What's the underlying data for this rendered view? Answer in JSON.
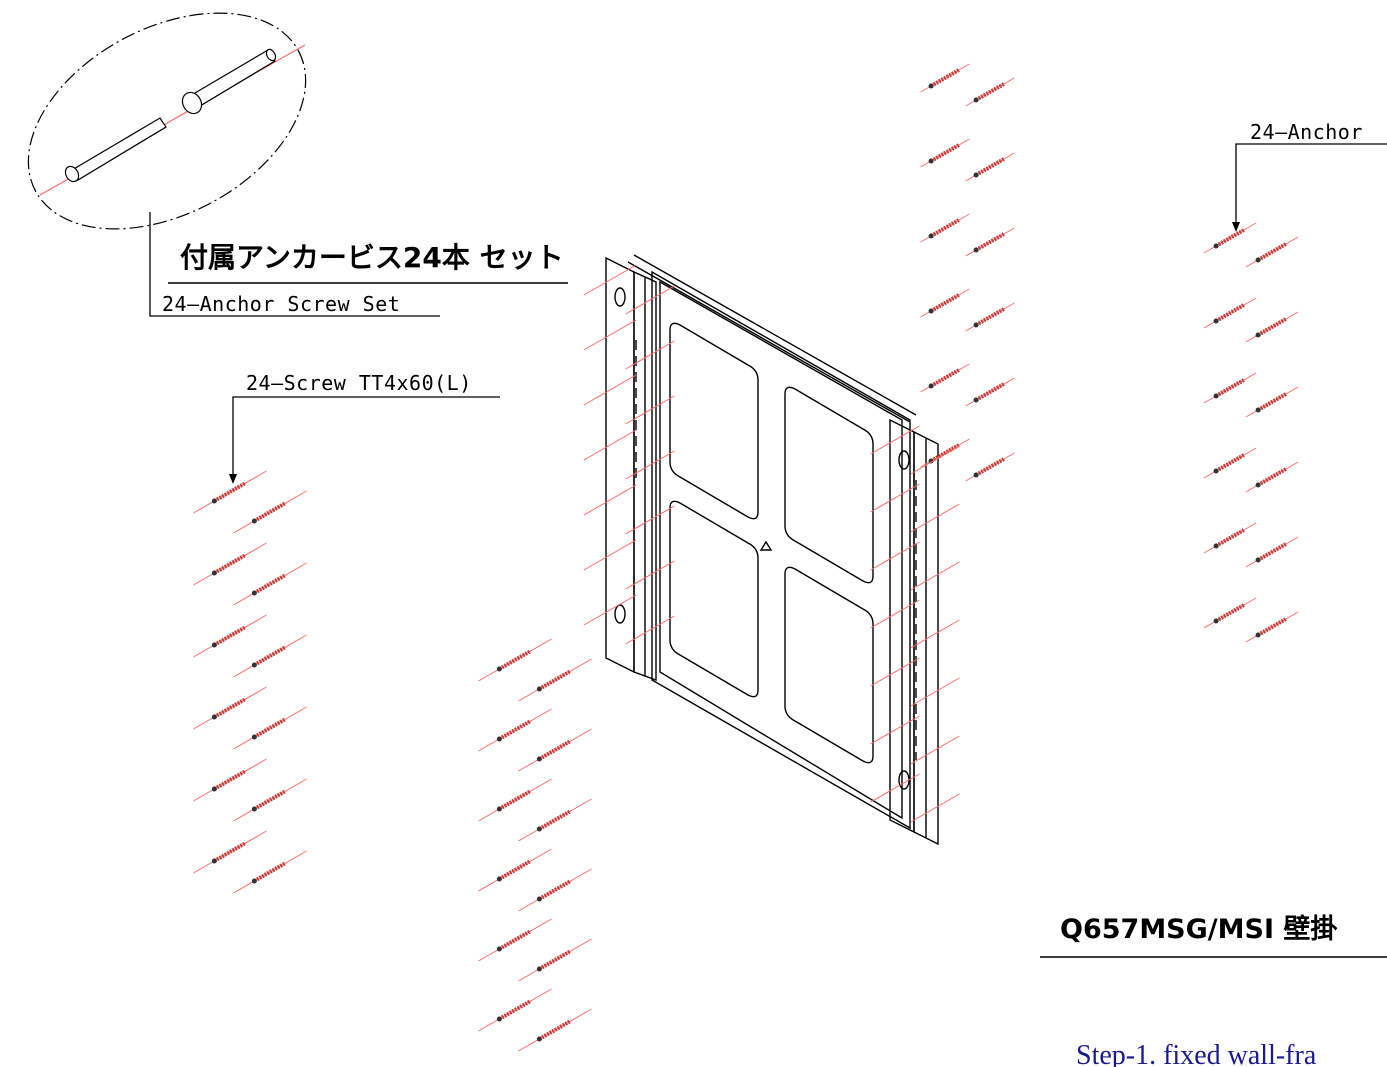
{
  "labels": {
    "anchor_set_jp": "付属アンカービス24本 セット",
    "anchor_set_en": "24—Anchor Screw Set",
    "screw_label": "24—Screw TT4x60(L)",
    "anchor_label_right": "24—Anchor",
    "model_title": "Q657MSG/MSI 壁掛",
    "step_text": "Step-1. fixed wall-fra"
  },
  "colors": {
    "line": "#000000",
    "screw_axis": "#ff6b6b",
    "screw_body": "#c84040",
    "step_text": "#1a1a8c"
  }
}
